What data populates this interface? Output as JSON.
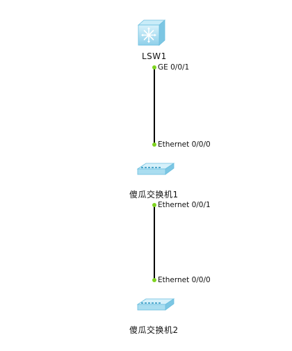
{
  "devices": {
    "lsw1": {
      "name": "LSW1",
      "icon": "l3-switch-icon"
    },
    "sw1": {
      "name": "傻瓜交换机1",
      "icon": "hub-switch-icon"
    },
    "sw2": {
      "name": "傻瓜交换机2",
      "icon": "hub-switch-icon"
    }
  },
  "ports": {
    "lsw1_p": "GE 0/0/1",
    "sw1_top": "Ethernet 0/0/0",
    "sw1_bottom": "Ethernet 0/0/1",
    "sw2_top": "Ethernet 0/0/0"
  },
  "colors": {
    "link": "#000000",
    "port_dot": "#7ed321",
    "device_body": "#a9ddf0",
    "device_edge": "#5fb3d6"
  }
}
